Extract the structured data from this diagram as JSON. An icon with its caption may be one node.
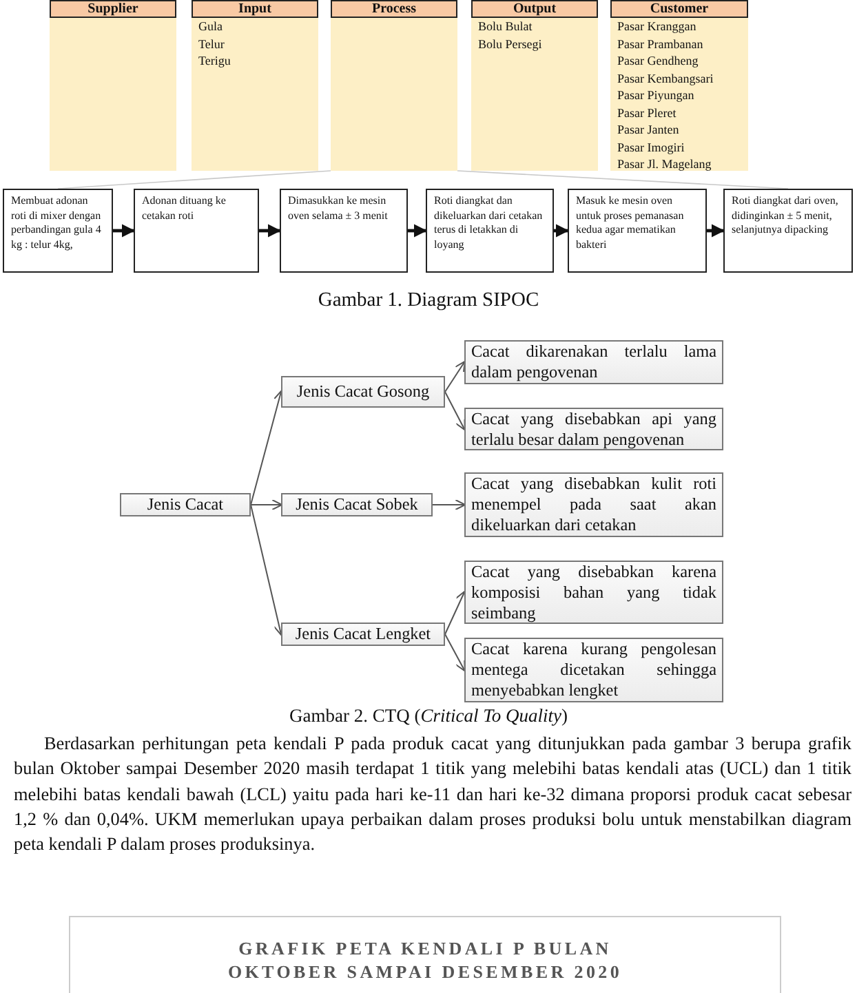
{
  "diagram": {
    "nodes": [
      {
        "text": [
          "Supplier"
        ]
      },
      {
        "text": [
          "Input",
          "Gula",
          "Telur",
          "Terigu"
        ]
      },
      {
        "text": [
          "Process"
        ]
      },
      {
        "text": [
          "Output",
          "Bolu Bulat",
          "Bolu Persegi"
        ]
      },
      {
        "text": [
          "Customer",
          "Pasar Kranggan",
          "Pasar Prambanan",
          "Pasar Gendheng",
          "Pasar Kembangsari",
          "Pasar Piyungan",
          "Pasar Pleret",
          "Pasar Janten",
          "Pasar Imogiri",
          "Pasar Jl. Magelang"
        ]
      },
      {
        "text": [
          "Membuat adonan roti di mixer dengan perbandingan gula 4 kg : telur 4kg,"
        ]
      },
      {
        "text": [
          "Adonan dituang ke cetakan roti"
        ]
      },
      {
        "text": [
          "Dimasukkan ke mesin oven selama ± 3 menit"
        ]
      },
      {
        "text": [
          "Roti diangkat dan dikeluarkan dari cetakan terus di letakkan di loyang"
        ]
      },
      {
        "text": [
          "Masuk ke mesin oven untuk proses pemanasan kedua agar mematikan bakteri"
        ]
      },
      {
        "text": [
          "Roti diangkat dari oven, didinginkan ± 5 menit, selanjutnya dipacking"
        ]
      },
      {
        "text": [
          "Jenis Cacat"
        ]
      },
      {
        "text": [
          "Jenis Cacat Gosong"
        ]
      },
      {
        "text": [
          "Jenis Cacat Sobek"
        ]
      },
      {
        "text": [
          "Jenis Cacat Lengket"
        ]
      },
      {
        "text": [
          "Cacat dikarenakan terlalu lama dalam pengovenan"
        ]
      },
      {
        "text": [
          "Cacat yang disebabkan api yang terlalu besar dalam pengovenan"
        ]
      },
      {
        "text": [
          "Cacat yang disebabkan kulit roti menempel pada saat akan dikeluarkan dari cetakan"
        ]
      },
      {
        "text": [
          "Cacat yang disebabkan karena komposisi bahan yang tidak seimbang"
        ]
      },
      {
        "text": [
          "Cacat karena kurang pengolesan mentega dicetakan sehingga menyebabkan lengket"
        ]
      },
      {
        "text": [
          "GRAFIK PETA KENDALI P BULAN OKTOBER SAMPAI DESEMBER 2020"
        ]
      }
    ],
    "edges": [
      {
        "from": 5,
        "to": 6,
        "arrow": "to"
      },
      {
        "from": 6,
        "to": 7,
        "arrow": "to"
      },
      {
        "from": 7,
        "to": 8,
        "arrow": "to"
      },
      {
        "from": 8,
        "to": 9,
        "arrow": "to"
      },
      {
        "from": 9,
        "to": 10,
        "arrow": "to"
      },
      {
        "from": 11,
        "to": 12,
        "arrow": "to"
      },
      {
        "from": 11,
        "to": 13,
        "arrow": "to"
      },
      {
        "from": 11,
        "to": 14,
        "arrow": "to"
      },
      {
        "from": 12,
        "to": 15,
        "arrow": "to"
      },
      {
        "from": 12,
        "to": 16,
        "arrow": "to"
      },
      {
        "from": 13,
        "to": 17,
        "arrow": "to"
      },
      {
        "from": 14,
        "to": 18,
        "arrow": "to"
      },
      {
        "from": 14,
        "to": 19,
        "arrow": "to"
      },
      {
        "from": 2,
        "to": 5,
        "arrow": "none",
        "color": "#c8c8c8"
      },
      {
        "from": 2,
        "to": 10,
        "arrow": "none",
        "color": "#c8c8c8"
      }
    ],
    "labels": [
      "Gambar 1. Diagram SIPOC",
      "Gambar 2. CTQ (*Critical To Quality*)",
      "Berdasarkan perhitungan peta kendali P pada produk cacat yang ditunjukkan pada gambar 3 berupa grafik bulan Oktober sampai Desember 2020 masih terdapat 1 titik yang melebihi batas kendali atas (UCL) dan 1 titik melebihi batas kendali bawah (LCL) yaitu pada hari ke-11 dan hari ke-32 dimana proporsi produk cacat sebesar 1,2 % dan 0,04%. UKM memerlukan upaya perbaikan dalam proses produksi bolu untuk menstabilkan diagram peta kendali P dalam proses produksinya."
    ]
  }
}
